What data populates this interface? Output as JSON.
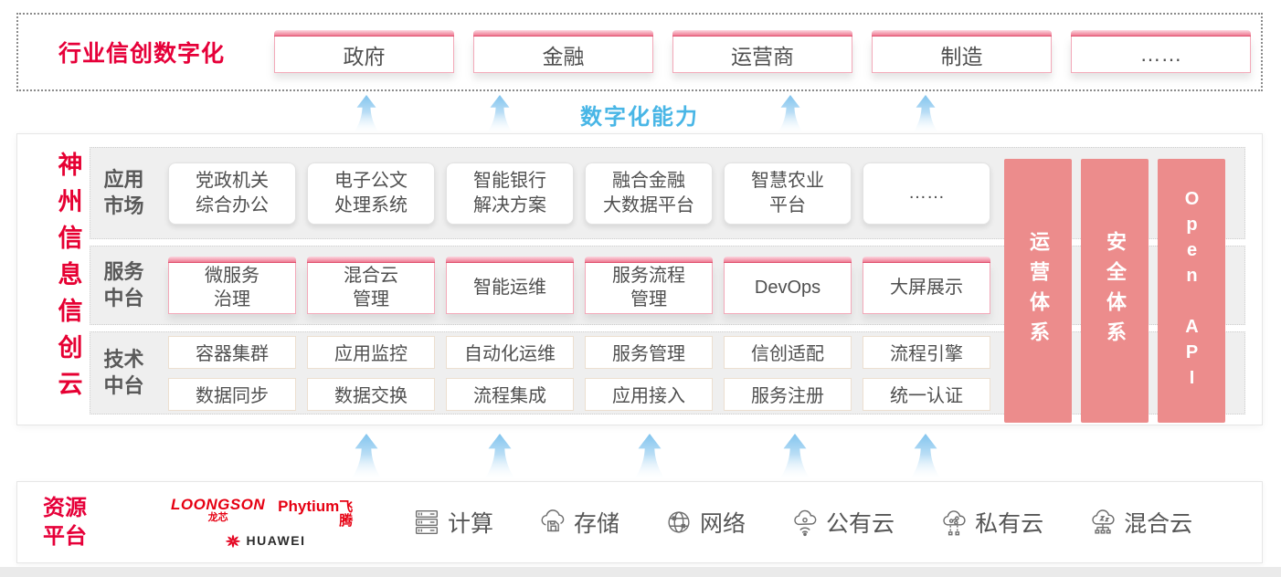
{
  "colors": {
    "accent_red": "#e60039",
    "capability_blue": "#49b6e6",
    "pillar_pink": "#ec8c8c"
  },
  "top": {
    "title": "行业信创数字化",
    "industries": [
      "政府",
      "金融",
      "运营商",
      "制造",
      "……"
    ]
  },
  "digital_capability_label": "数字化能力",
  "platform": {
    "vertical_title": "神州信息信创云",
    "panels": [
      {
        "label": "应用\n市场",
        "boxes": [
          "党政机关\n综合办公",
          "电子公文\n处理系统",
          "智能银行\n解决方案",
          "融合金融\n大数据平台",
          "智慧农业\n平台",
          "……"
        ]
      },
      {
        "label": "服务\n中台",
        "boxes": [
          "微服务\n治理",
          "混合云\n管理",
          "智能运维",
          "服务流程\n管理",
          "DevOps",
          "大屏展示"
        ]
      },
      {
        "label": "技术\n中台",
        "rows": [
          [
            "容器集群",
            "应用监控",
            "自动化运维",
            "服务管理",
            "信创适配",
            "流程引擎"
          ],
          [
            "数据同步",
            "数据交换",
            "流程集成",
            "应用接入",
            "服务注册",
            "统一认证"
          ]
        ]
      }
    ],
    "pillars": [
      "运营体系",
      "安全体系",
      "Open API"
    ]
  },
  "resource": {
    "label": "资源\n平台",
    "vendors": {
      "loongson": "LOONGSON",
      "loongson_sub": "龙芯",
      "phytium": "Phytium",
      "phytium_sub": "飞腾",
      "huawei": "HUAWEI"
    },
    "items": [
      {
        "icon": "server-icon",
        "label": "计算"
      },
      {
        "icon": "storage-cloud-icon",
        "label": "存储"
      },
      {
        "icon": "network-globe-icon",
        "label": "网络"
      },
      {
        "icon": "public-cloud-icon",
        "label": "公有云"
      },
      {
        "icon": "private-cloud-icon",
        "label": "私有云"
      },
      {
        "icon": "hybrid-cloud-icon",
        "label": "混合云"
      }
    ]
  }
}
